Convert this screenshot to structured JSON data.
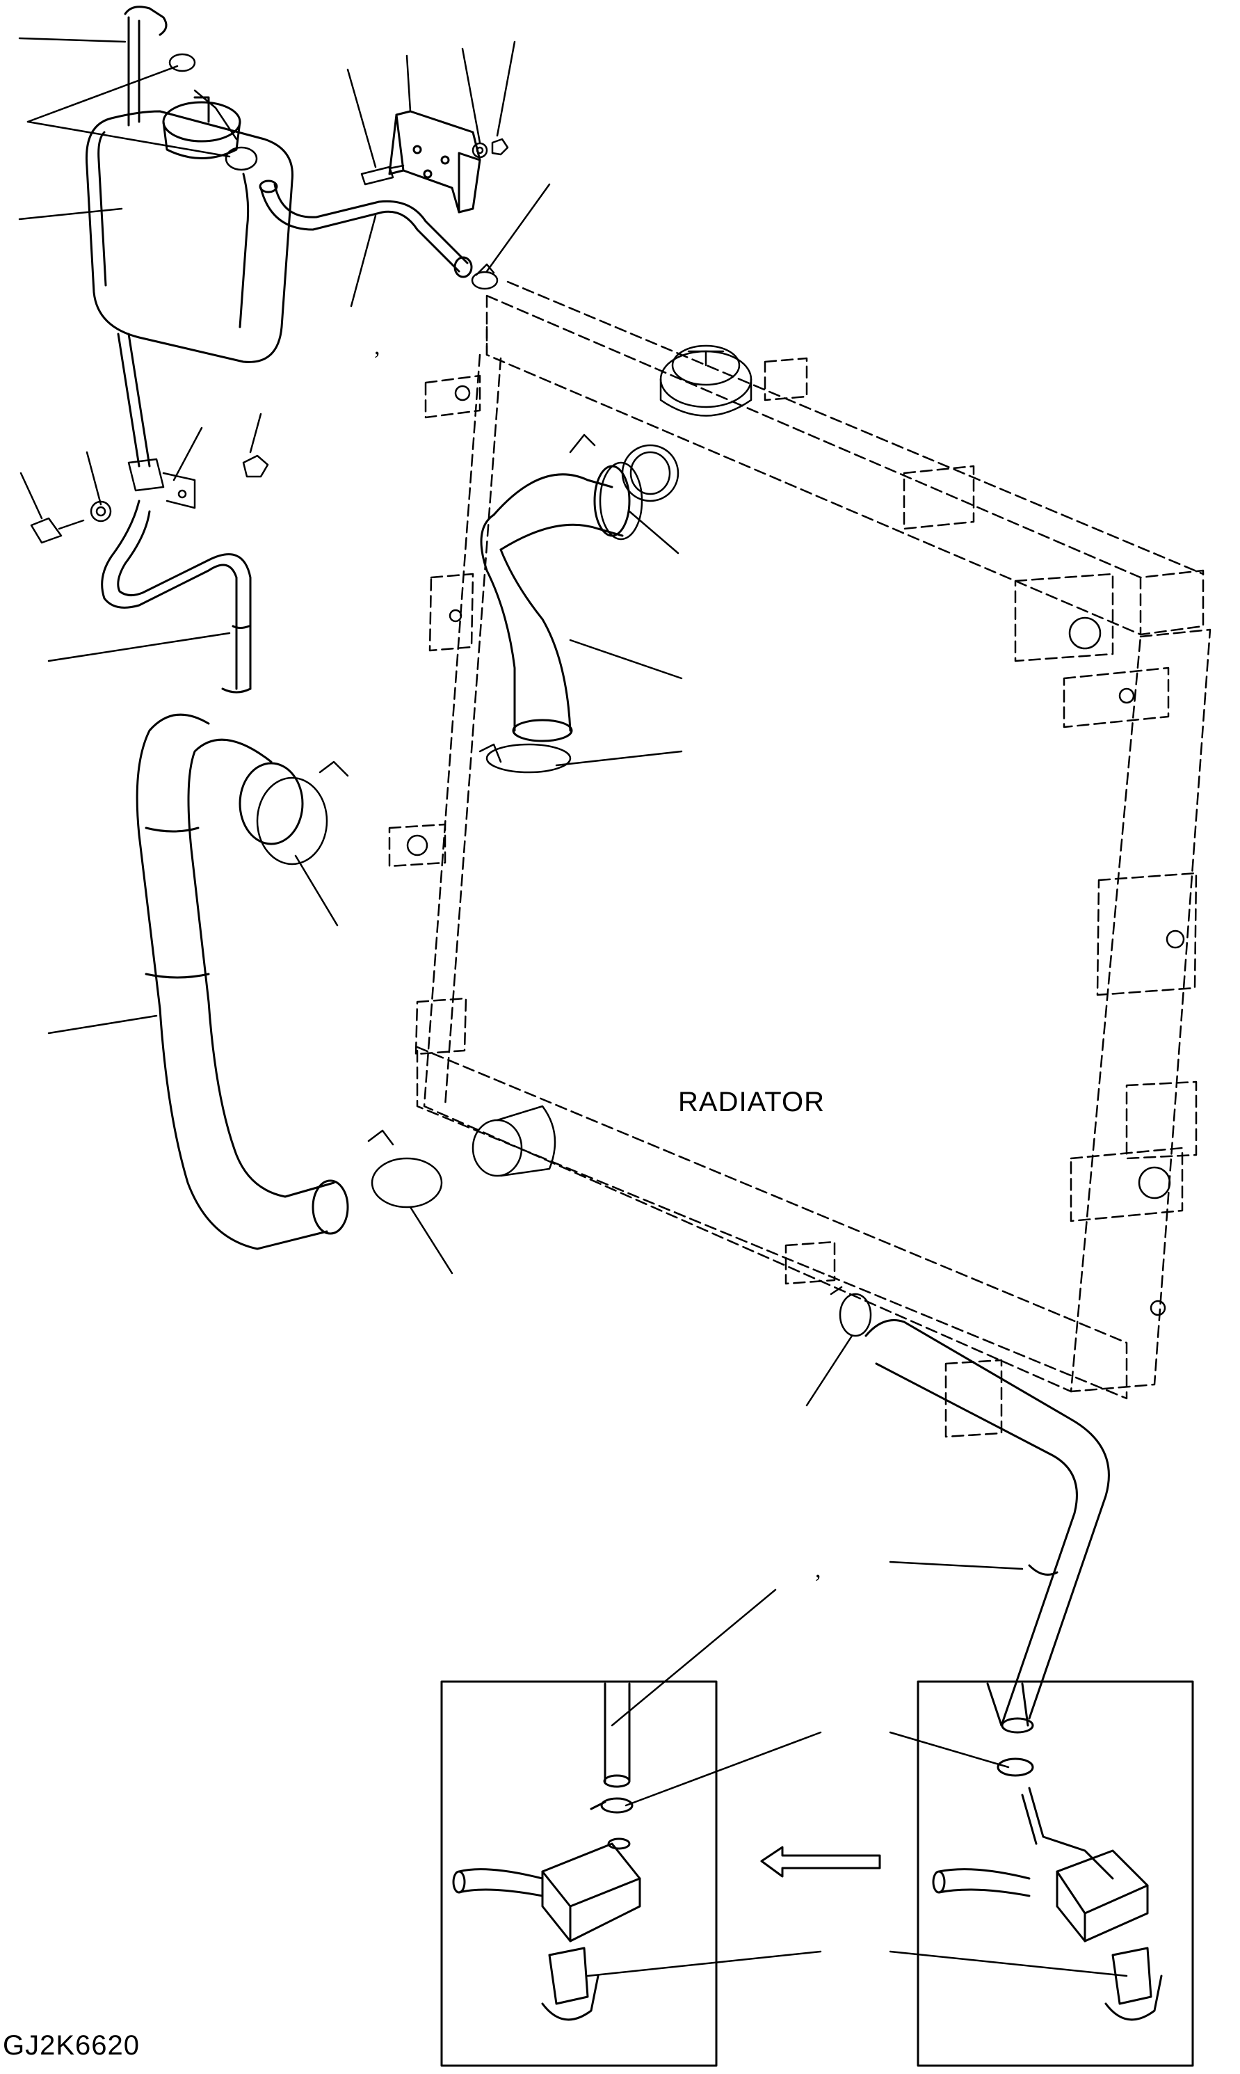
{
  "radiator_label": "RADIATOR",
  "figure_code": "GJ2K6620",
  "tick_mark_1": ",",
  "tick_mark_2": ",",
  "colors": {
    "line": "#000000",
    "background": "#ffffff"
  },
  "parts": [
    "reserve-tank",
    "tank-cap",
    "overflow-tube",
    "tank-hose",
    "tank-clips",
    "mounting-bracket",
    "bolt",
    "washer",
    "nut",
    "radiator-upper-hose",
    "radiator-lower-hose",
    "hose-clamp",
    "drain-hose",
    "drain-cock",
    "radiator-assembly"
  ],
  "icons": [
    "arrow-left-icon"
  ]
}
